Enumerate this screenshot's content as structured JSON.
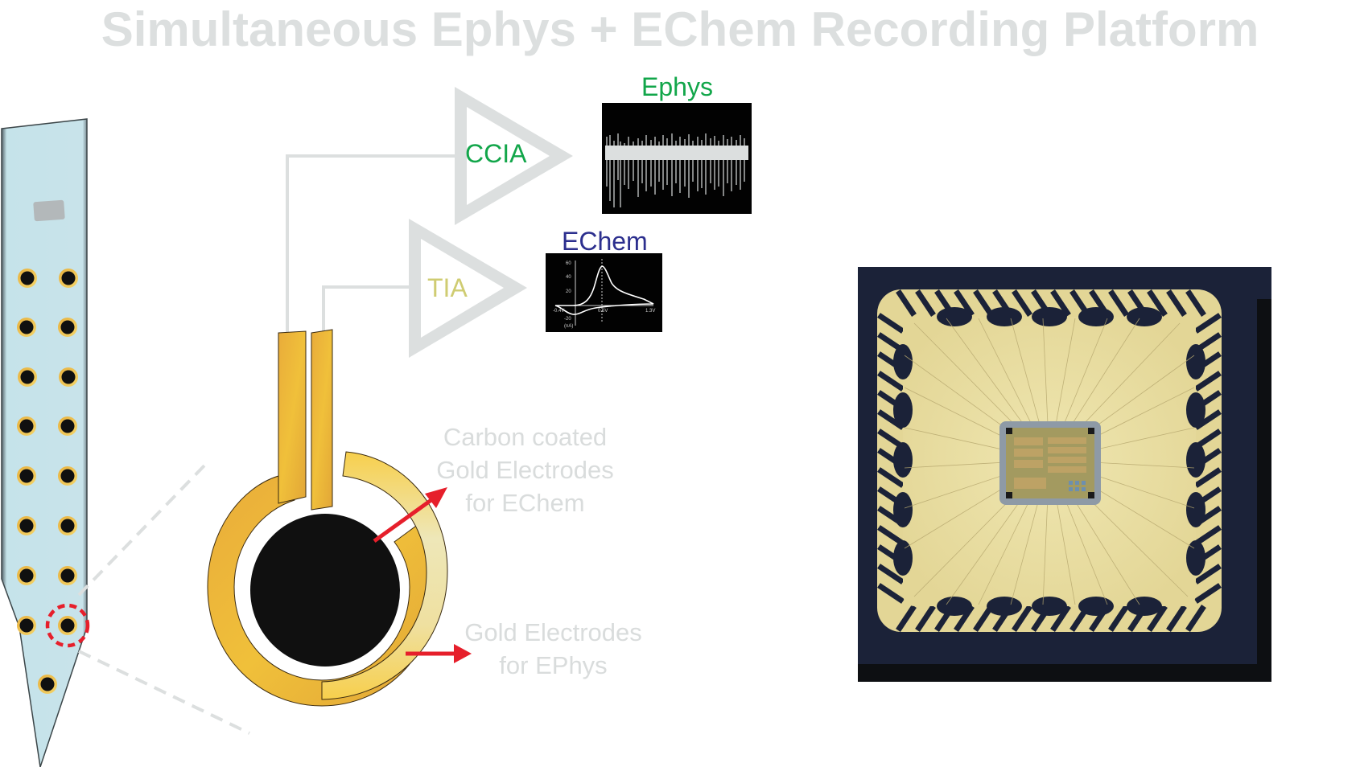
{
  "title": "Simultaneous Ephys + EChem Recording Platform",
  "amplifiers": [
    {
      "id": "ccia",
      "label": "CCIA",
      "color": "#12a64a",
      "output": "Ephys"
    },
    {
      "id": "tia",
      "label": "TIA",
      "color": "#cfcc72",
      "output": "EChem"
    }
  ],
  "plots": {
    "ephys": {
      "title": "Ephys",
      "title_color": "#12a64a",
      "background": "#000000",
      "trace_color": "#dcdfdf"
    },
    "echem": {
      "title": "EChem",
      "title_color": "#2c2f8e",
      "background": "#000000",
      "y_ticks": [
        "60",
        "40",
        "20",
        "-20"
      ],
      "y_unit": "(nA)",
      "x_ticks": [
        "-0.4V",
        "0.6V",
        "1.3V"
      ]
    }
  },
  "callouts": {
    "echem": {
      "lines": [
        "Carbon coated",
        "Gold Electrodes",
        "for EChem"
      ]
    },
    "ephys": {
      "lines": [
        "Gold Electrodes",
        "for EPhys"
      ]
    }
  },
  "colors": {
    "probe_fill": "#c5e3ea",
    "gold": "#e9b13c",
    "gold_light": "#ece6b5",
    "carbon": "#0f0f0f",
    "arrow": "#e61f2b",
    "wire": "#dcdfdf",
    "chip_package": "#1a2238",
    "chip_cavity": "#e6dca0"
  },
  "probe": {
    "electrode_rows": 8,
    "electrode_columns": 2,
    "tip_electrodes": 1,
    "highlighted_electrode": {
      "row": 8,
      "column": 2
    }
  },
  "chip_photo": {
    "description": "Wire-bonded IC die in ceramic package"
  }
}
